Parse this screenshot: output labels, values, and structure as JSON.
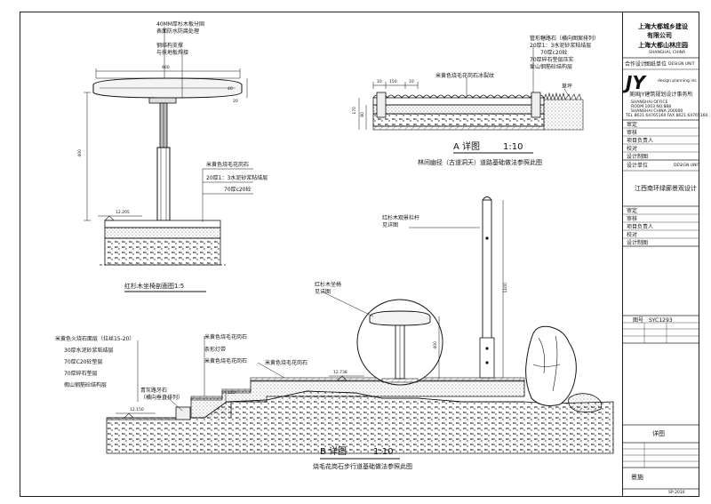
{
  "bench_section": {
    "notes": [
      "40MM厚杉木板分固",
      "表面防水防腐处理",
      "钢结构支撑",
      "与扶地板焊接"
    ],
    "dim_width": "460",
    "dim_top": "40",
    "dim_side": "20",
    "dim_height": "400",
    "layers": [
      "米黄色烧毛花岗石",
      "20厚1：3水泥砂浆粘结层",
      "70厚c20砼"
    ],
    "elevation": "12.205",
    "title": "红杉木坐椅剖面图1:5"
  },
  "detail_a": {
    "notes": [
      "管形糖路石（横向图案排列）",
      "20厚1：3水泥砂浆粘结层",
      "70厚c20砼",
      "70厚碎石垫层压实",
      "爱山钢筋砼结构层"
    ],
    "label_paving": "米黄色烧毛花岗石冰裂纹",
    "label_grass": "草坪",
    "dims": [
      "10",
      "150",
      "10"
    ],
    "dims_vertical": [
      "170",
      "80"
    ],
    "title_letter": "A 详图",
    "title_scale": "1:10",
    "subtitle": "林间幽径（古道洞天）道路基础做法参照此图"
  },
  "detail_b": {
    "left_notes": [
      "米黄色火烧石面层（拉丝15-20）",
      "30厚水泥砂浆粘结层",
      "70厚C20砼垫层",
      "70厚碎石垫层",
      "假山钢筋砼结构层"
    ],
    "left_label": "青灰路牙石",
    "left_label2": "（横向垂直排列）",
    "elev_low": "12.150",
    "mid_notes": [
      "米黄色烧毛花岗石",
      "条形灯带",
      "米黄色烧毛花岗石"
    ],
    "right_label": "米黄色烧毛花岗石",
    "dim_step": "150",
    "elev_high": "12.738",
    "bench_label": "红杉木坐椅",
    "bench_label2": "见详图",
    "rail_label": "红杉木观景栏杆",
    "rail_label2": "见详图",
    "dim_rail": "1100",
    "dim_bench": "400",
    "title_letter": "B 详图",
    "title_scale": "1:10",
    "subtitle": "烧毛花岗石步行道基础做法参照此图"
  },
  "title_block": {
    "client_line1": "上海大都城乡建设",
    "client_line2": "有限公司",
    "client_line3": "上海大都山林庄园",
    "client_small": "SHANGHAI, CHINA",
    "coop_label": "合作设计",
    "coop_value": "图纸单位",
    "coop_small": "DESIGN UNIT",
    "logo": "JY",
    "logo_sub": "design planning inc",
    "firm_name": "美国JY建筑规划设计事务所",
    "firm_small": [
      "SHANGHAI OFFICE",
      "ROOM 1003 NO.888",
      "SHANGHAI CHINA 200000",
      "TEL 8621 64765160 FAX 8621 64765160"
    ],
    "rows1": [
      "审定",
      "审核",
      "项目负责人",
      "校对",
      "设计制图"
    ],
    "design_unit": "设计单位",
    "design_unit_small": "DESIGN UNIT",
    "project": "江西南环绿廊景观设计",
    "rows2": [
      "审定",
      "审核",
      "项目负责人",
      "校对",
      "设计制图"
    ],
    "status_label": "图号",
    "status_value": "SYC1293",
    "drawing_name": "详图",
    "drawing_section": "景施",
    "drawing_no": "SP-2010"
  }
}
